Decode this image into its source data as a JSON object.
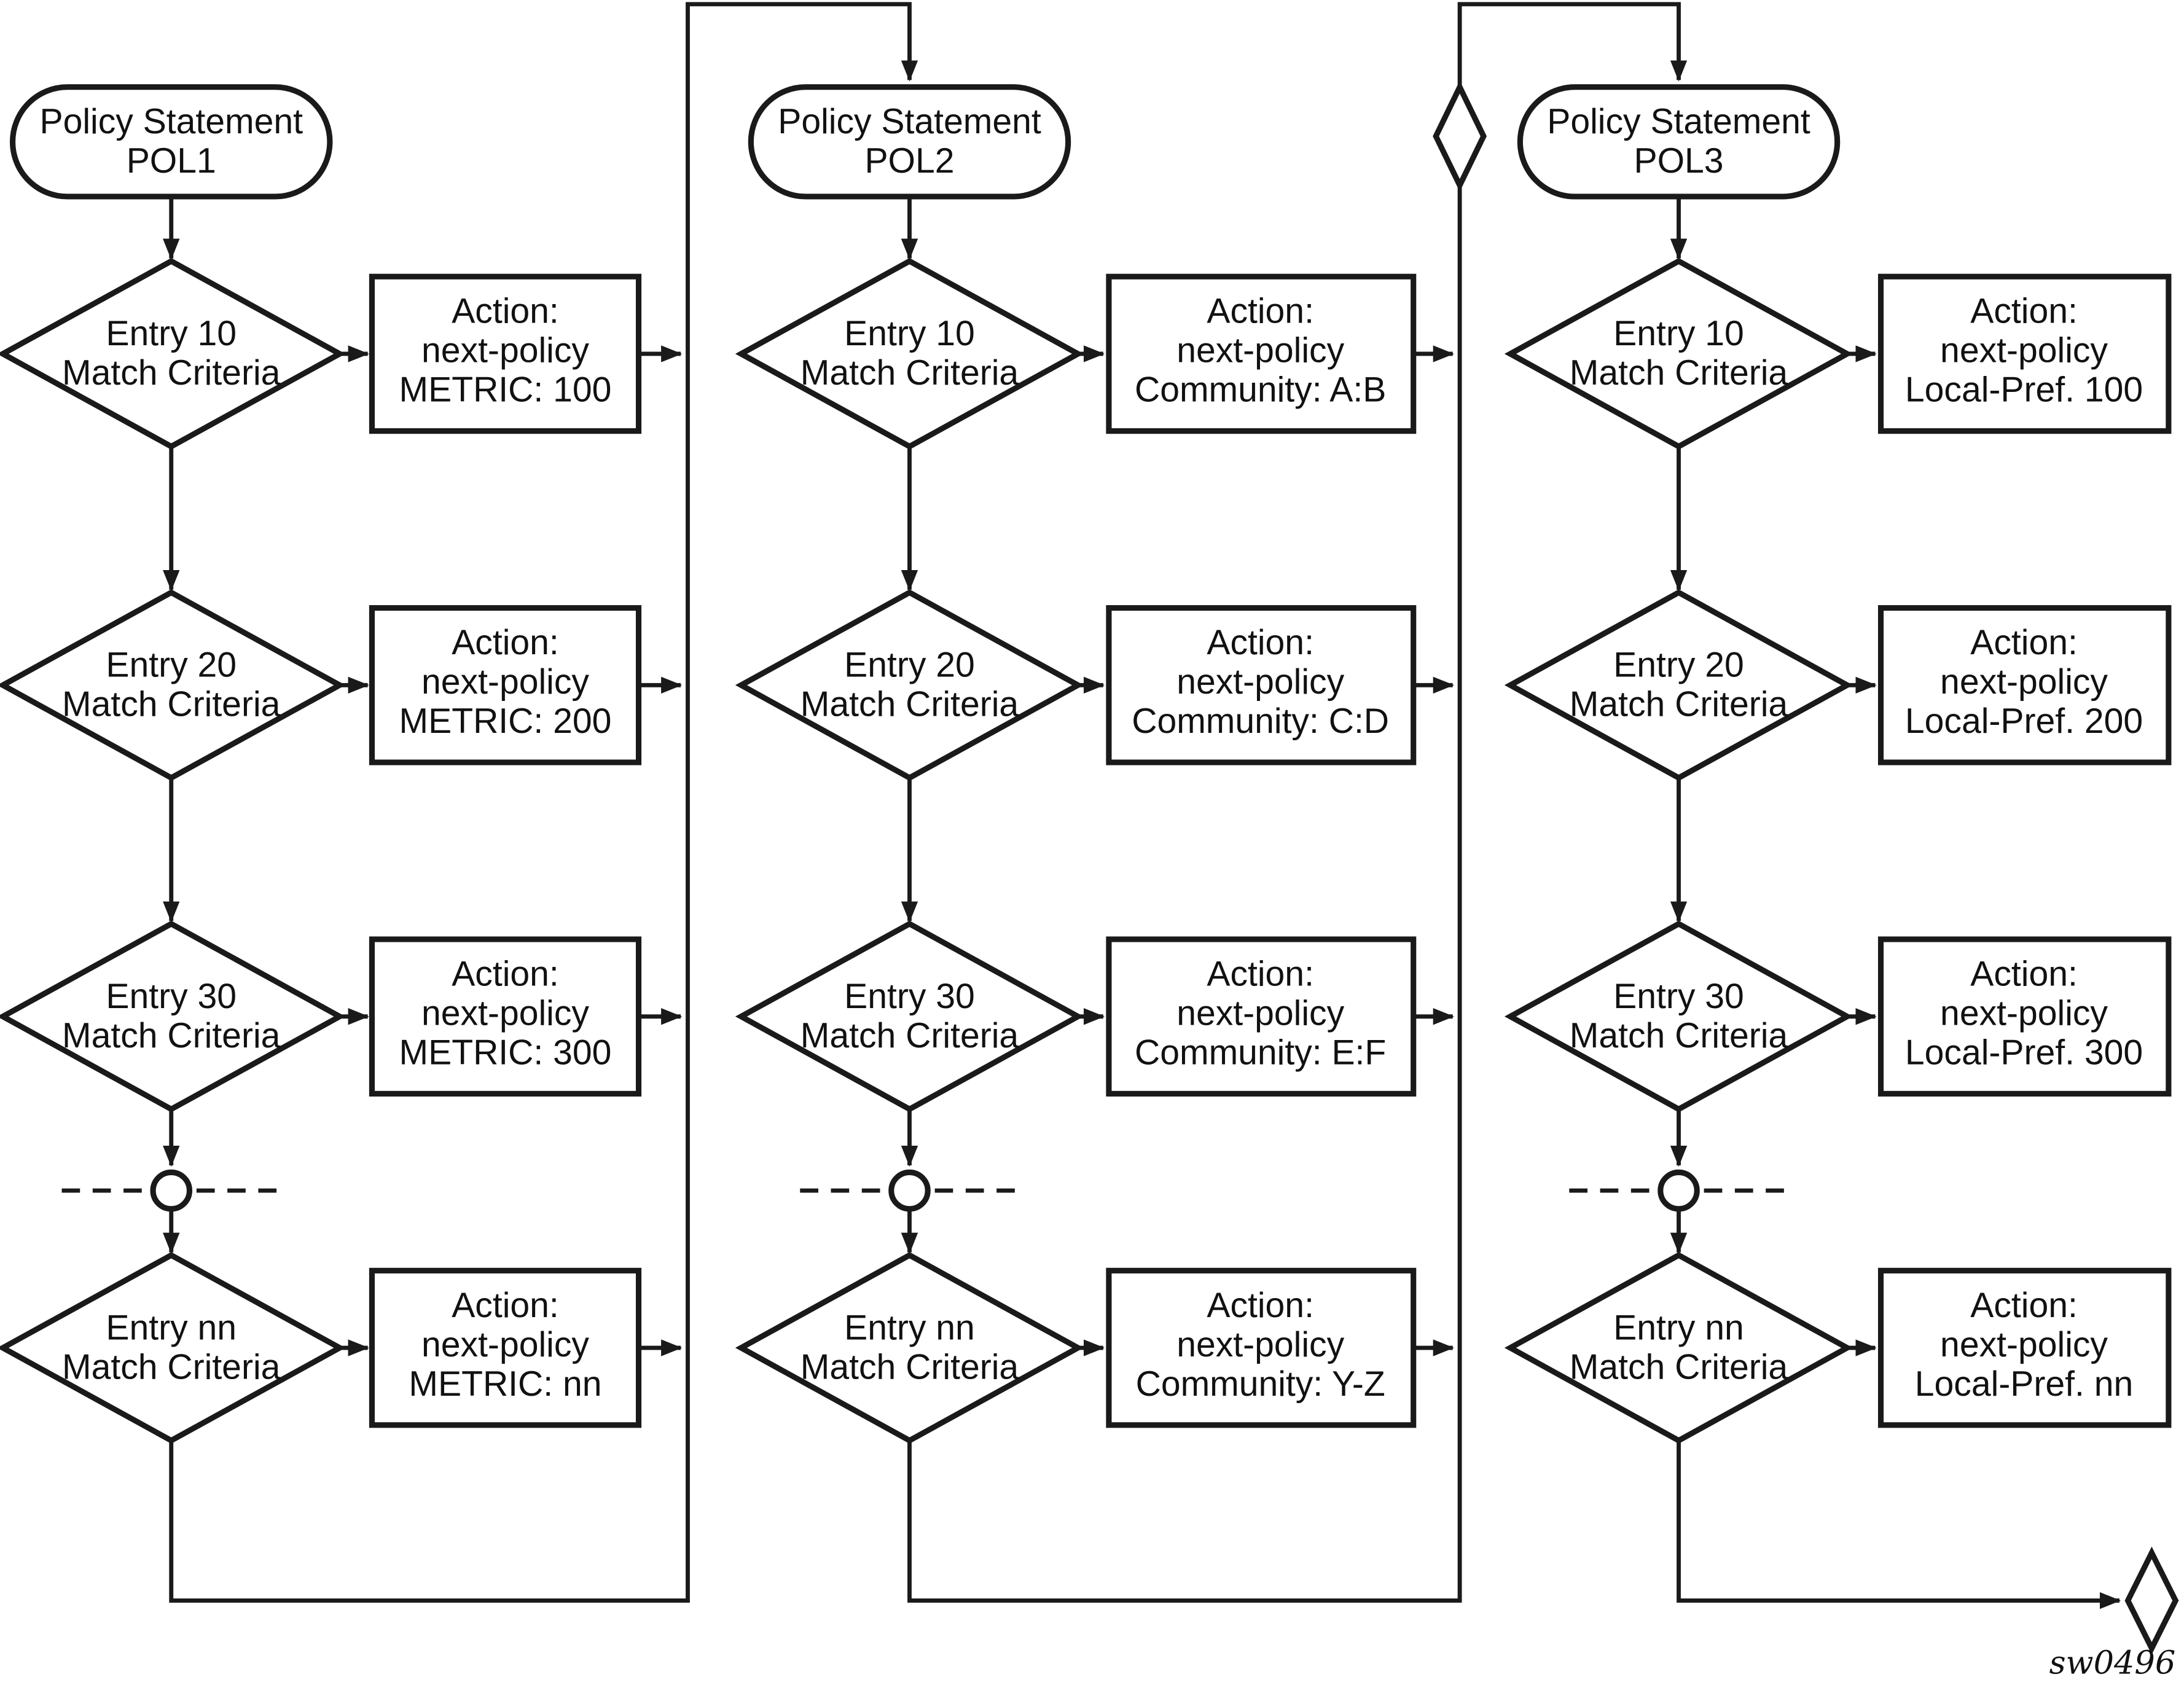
{
  "diagram": {
    "watermark": "sw0496",
    "columns": [
      {
        "title": {
          "line1": "Policy Statement",
          "line2": "POL1"
        },
        "entries": [
          {
            "label1": "Entry 10",
            "label2": "Match Criteria",
            "action1": "Action:",
            "action2": "next-policy",
            "action3": "METRIC: 100"
          },
          {
            "label1": "Entry 20",
            "label2": "Match Criteria",
            "action1": "Action:",
            "action2": "next-policy",
            "action3": "METRIC: 200"
          },
          {
            "label1": "Entry 30",
            "label2": "Match Criteria",
            "action1": "Action:",
            "action2": "next-policy",
            "action3": "METRIC: 300"
          },
          {
            "label1": "Entry nn",
            "label2": "Match Criteria",
            "action1": "Action:",
            "action2": "next-policy",
            "action3": "METRIC: nn"
          }
        ]
      },
      {
        "title": {
          "line1": "Policy Statement",
          "line2": "POL2"
        },
        "entries": [
          {
            "label1": "Entry 10",
            "label2": "Match Criteria",
            "action1": "Action:",
            "action2": "next-policy",
            "action3": "Community: A:B"
          },
          {
            "label1": "Entry 20",
            "label2": "Match Criteria",
            "action1": "Action:",
            "action2": "next-policy",
            "action3": "Community: C:D"
          },
          {
            "label1": "Entry 30",
            "label2": "Match Criteria",
            "action1": "Action:",
            "action2": "next-policy",
            "action3": "Community: E:F"
          },
          {
            "label1": "Entry nn",
            "label2": "Match Criteria",
            "action1": "Action:",
            "action2": "next-policy",
            "action3": "Community: Y-Z"
          }
        ]
      },
      {
        "title": {
          "line1": "Policy Statement",
          "line2": "POL3"
        },
        "entries": [
          {
            "label1": "Entry 10",
            "label2": "Match Criteria",
            "action1": "Action:",
            "action2": "next-policy",
            "action3": "Local-Pref. 100"
          },
          {
            "label1": "Entry 20",
            "label2": "Match Criteria",
            "action1": "Action:",
            "action2": "next-policy",
            "action3": "Local-Pref. 200"
          },
          {
            "label1": "Entry 30",
            "label2": "Match Criteria",
            "action1": "Action:",
            "action2": "next-policy",
            "action3": "Local-Pref. 300"
          },
          {
            "label1": "Entry nn",
            "label2": "Match Criteria",
            "action1": "Action:",
            "action2": "next-policy",
            "action3": "Local-Pref. nn"
          }
        ]
      }
    ]
  }
}
